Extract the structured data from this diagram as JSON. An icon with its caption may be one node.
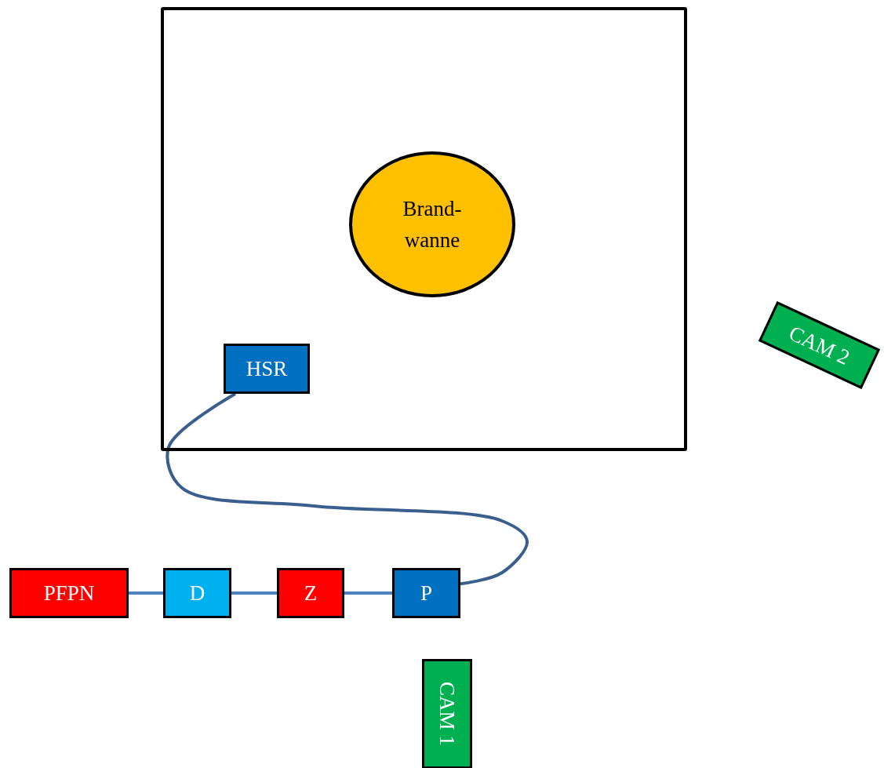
{
  "diagram": {
    "nodes": [
      {
        "text": [],
        "shape": "box"
      },
      {
        "text": [
          "Brand- wanne"
        ],
        "in": 0
      },
      {
        "text": [
          "HSR"
        ],
        "in": 0
      },
      {
        "text": [
          "CAM 2"
        ]
      },
      {
        "text": [
          "PFPN"
        ]
      },
      {
        "text": [
          "D"
        ]
      },
      {
        "text": [
          "Z"
        ]
      },
      {
        "text": [
          "P"
        ]
      },
      {
        "text": [
          "CAM 1"
        ]
      }
    ],
    "edges": [
      {
        "from": 2,
        "to": 7,
        "arrow": "none",
        "color": "#3a5f8f"
      },
      {
        "from": 4,
        "to": 5,
        "arrow": "none"
      },
      {
        "from": 5,
        "to": 6,
        "arrow": "none"
      },
      {
        "from": 6,
        "to": 7,
        "arrow": "none"
      }
    ]
  }
}
